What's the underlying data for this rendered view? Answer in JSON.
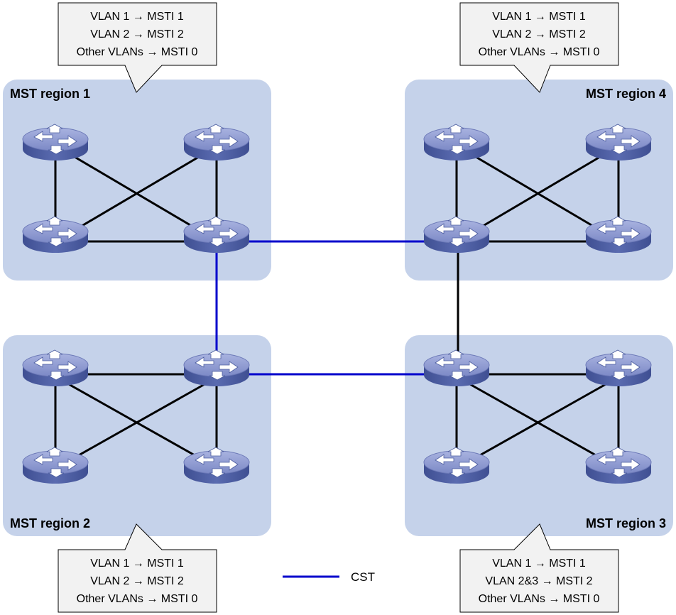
{
  "regions": [
    {
      "id": "r1",
      "label": "MST region 1",
      "mapping": [
        "VLAN 1 → MSTI 1",
        "VLAN 2 → MSTI 2",
        "Other VLANs → MSTI 0"
      ]
    },
    {
      "id": "r2",
      "label": "MST region 2",
      "mapping": [
        "VLAN 1 → MSTI 1",
        "VLAN 2 → MSTI 2",
        "Other VLANs → MSTI 0"
      ]
    },
    {
      "id": "r3",
      "label": "MST region 3",
      "mapping": [
        "VLAN 1 → MSTI 1",
        "VLAN 2&3 → MSTI 2",
        "Other VLANs → MSTI 0"
      ]
    },
    {
      "id": "r4",
      "label": "MST region 4",
      "mapping": [
        "VLAN 1 → MSTI 1",
        "VLAN 2 → MSTI 2",
        "Other VLANs → MSTI 0"
      ]
    }
  ],
  "legend": {
    "label": "CST"
  },
  "colors": {
    "region_fill": "#c5d2ea",
    "callout_fill": "#f2f2f2",
    "cst_link": "#0000cc",
    "intra_link": "#000000",
    "switch_top": "#8d99d0",
    "switch_side": "#4a5b9e"
  },
  "icons": {
    "switch": "layer3-switch-icon"
  }
}
